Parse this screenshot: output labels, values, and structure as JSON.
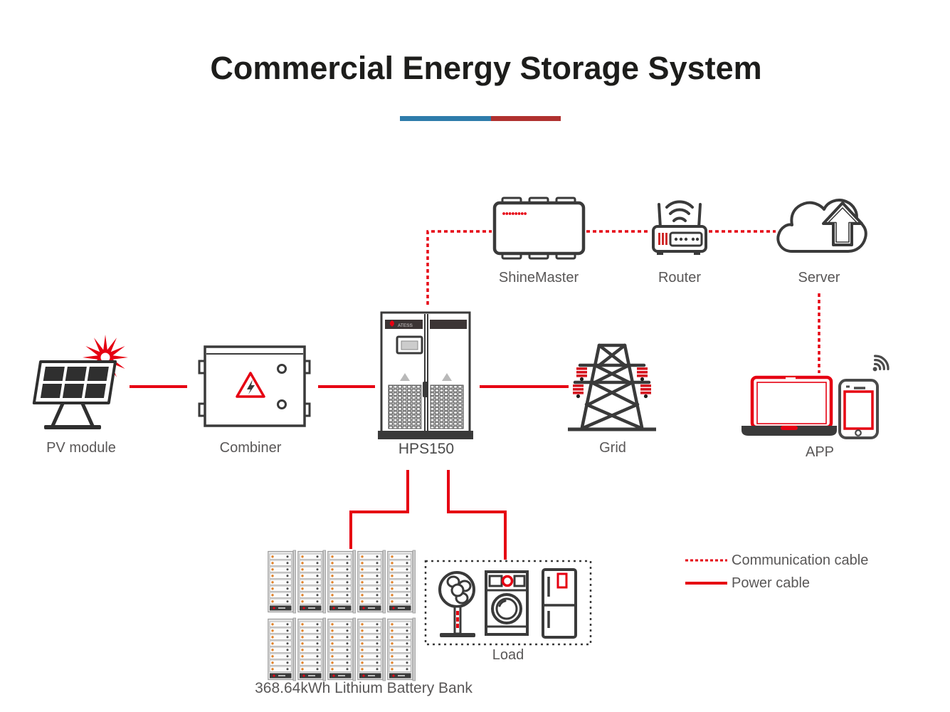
{
  "title": "Commercial Energy Storage System",
  "divider": {
    "blue": "#2e7cab",
    "red": "#b0312f"
  },
  "colors": {
    "cable_red": "#e60012",
    "outline_dark": "#3a3a3a",
    "label_gray": "#595757",
    "insulator_red": "#d5121e"
  },
  "nodes": {
    "shinemaster": {
      "label": "ShineMaster",
      "icon": "datalogger-box-icon"
    },
    "router": {
      "label": "Router",
      "icon": "wifi-router-icon"
    },
    "server": {
      "label": "Server",
      "icon": "cloud-upload-icon"
    },
    "pv_module": {
      "label": "PV module",
      "icon": "solar-panel-icon"
    },
    "combiner": {
      "label": "Combiner",
      "icon": "combiner-box-icon"
    },
    "inverter": {
      "label": "HPS150",
      "brand": "ATESS",
      "icon": "inverter-cabinet-icon"
    },
    "grid": {
      "label": "Grid",
      "icon": "transmission-tower-icon"
    },
    "app": {
      "label": "APP",
      "icon": "laptop-smartphone-icon"
    },
    "battery": {
      "label": "368.64kWh Lithium Battery Bank",
      "icon": "battery-rack-icon"
    },
    "load": {
      "label": "Load",
      "icon": "fan-washer-fridge-icon"
    }
  },
  "legend": [
    {
      "label": "Communication cable",
      "style": "dashed"
    },
    {
      "label": "Power cable",
      "style": "solid"
    }
  ]
}
